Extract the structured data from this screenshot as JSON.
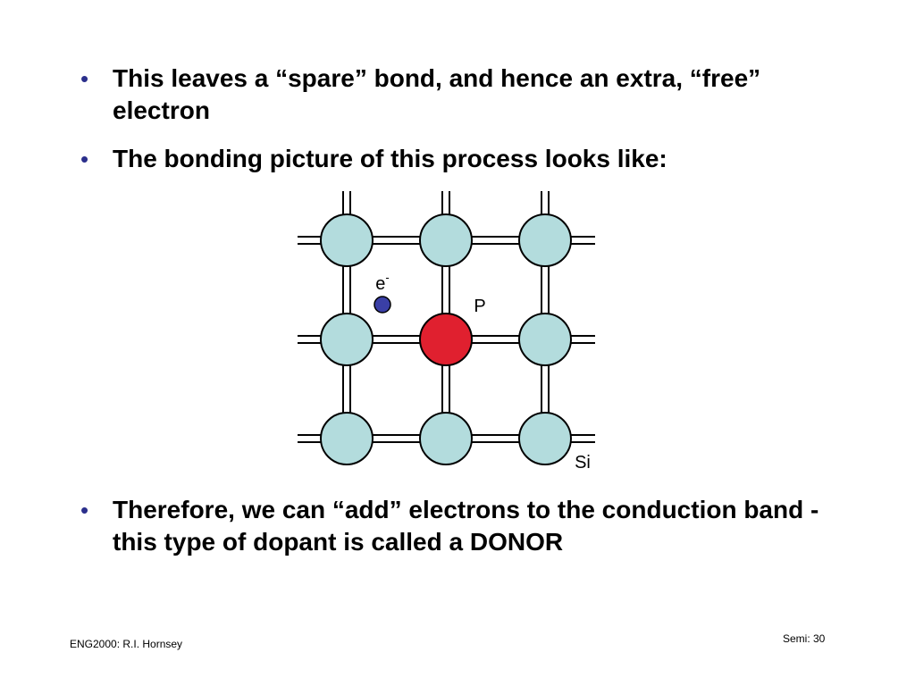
{
  "bullets": [
    {
      "marker": "•",
      "text": "This leaves a “spare” bond, and hence an extra, “free” electron"
    },
    {
      "marker": "•",
      "text": "The bonding picture of this process looks like:"
    },
    {
      "marker": "•",
      "text": "Therefore, we can “add” electrons to the conduction band - this type of dopant is called a DONOR"
    }
  ],
  "diagram": {
    "labels": {
      "electron": "e",
      "electron_charge": "-",
      "dopant": "P",
      "host": "Si"
    },
    "colors": {
      "host_atom": "#b3dcdd",
      "dopant_atom": "#e0202f",
      "electron": "#3a3fa6",
      "outline": "#000000"
    }
  },
  "footer": {
    "course": "ENG2000: R.I. Hornsey",
    "page": "Semi: 30"
  }
}
